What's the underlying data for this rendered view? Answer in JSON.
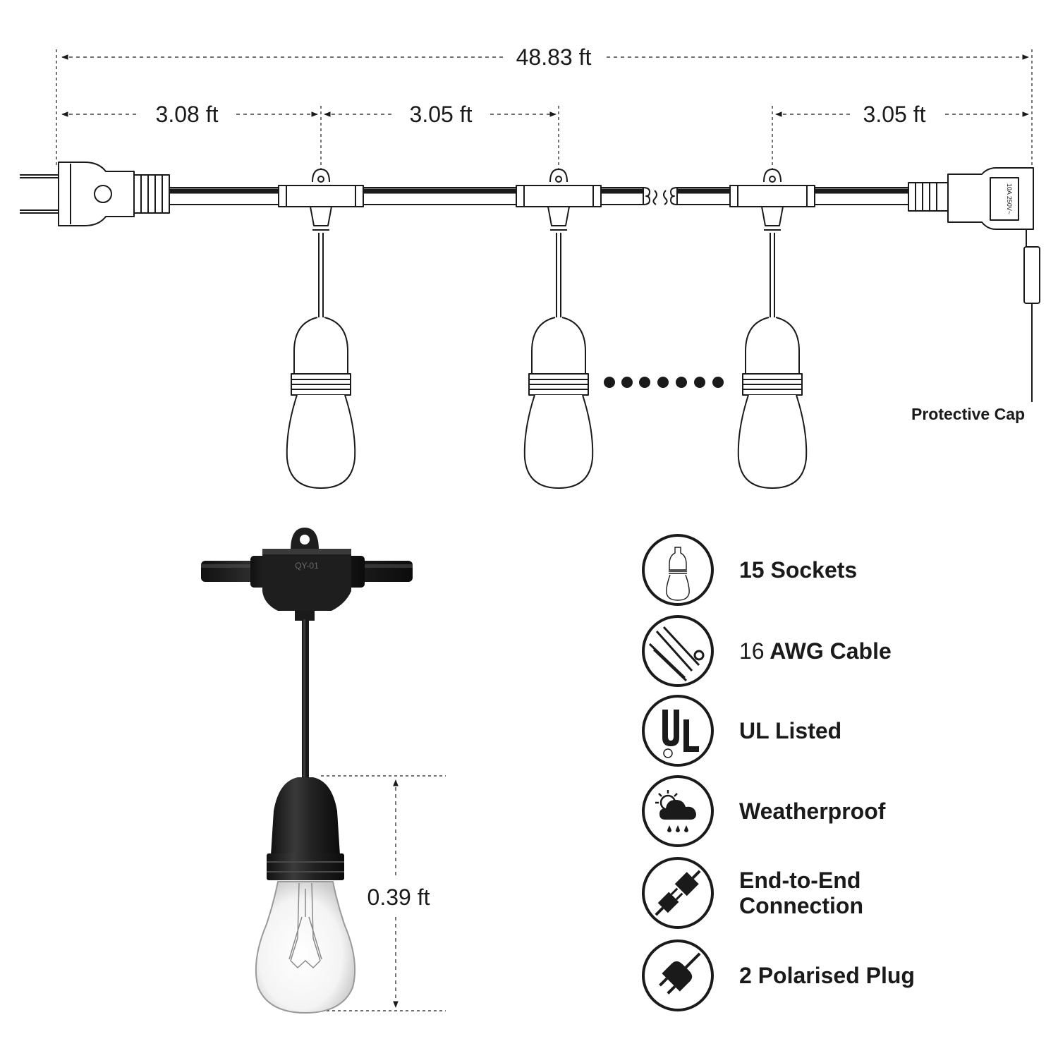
{
  "dimensions": {
    "total_length": "48.83 ft",
    "plug_to_first": "3.08 ft",
    "socket_spacing": "3.05 ft",
    "last_to_end": "3.05 ft",
    "bulb_height": "0.39 ft"
  },
  "labels": {
    "protective_cap": "Protective Cap",
    "socket_mark": "QY-01",
    "outlet_rating": "10A 250V~"
  },
  "features": [
    {
      "icon": "bulb-icon",
      "label": "15 Sockets"
    },
    {
      "icon": "cable-icon",
      "number": "16",
      "label": "AWG Cable"
    },
    {
      "icon": "ul-logo-icon",
      "label": "UL Listed"
    },
    {
      "icon": "weather-icon",
      "label": "Weatherproof"
    },
    {
      "icon": "connector-icon",
      "label": "End-to-End\nConnection"
    },
    {
      "icon": "plug-icon",
      "label": "2 Polarised Plug"
    }
  ],
  "colors": {
    "line": "#1a1a1a",
    "socket_body": "#2a2a2a"
  }
}
